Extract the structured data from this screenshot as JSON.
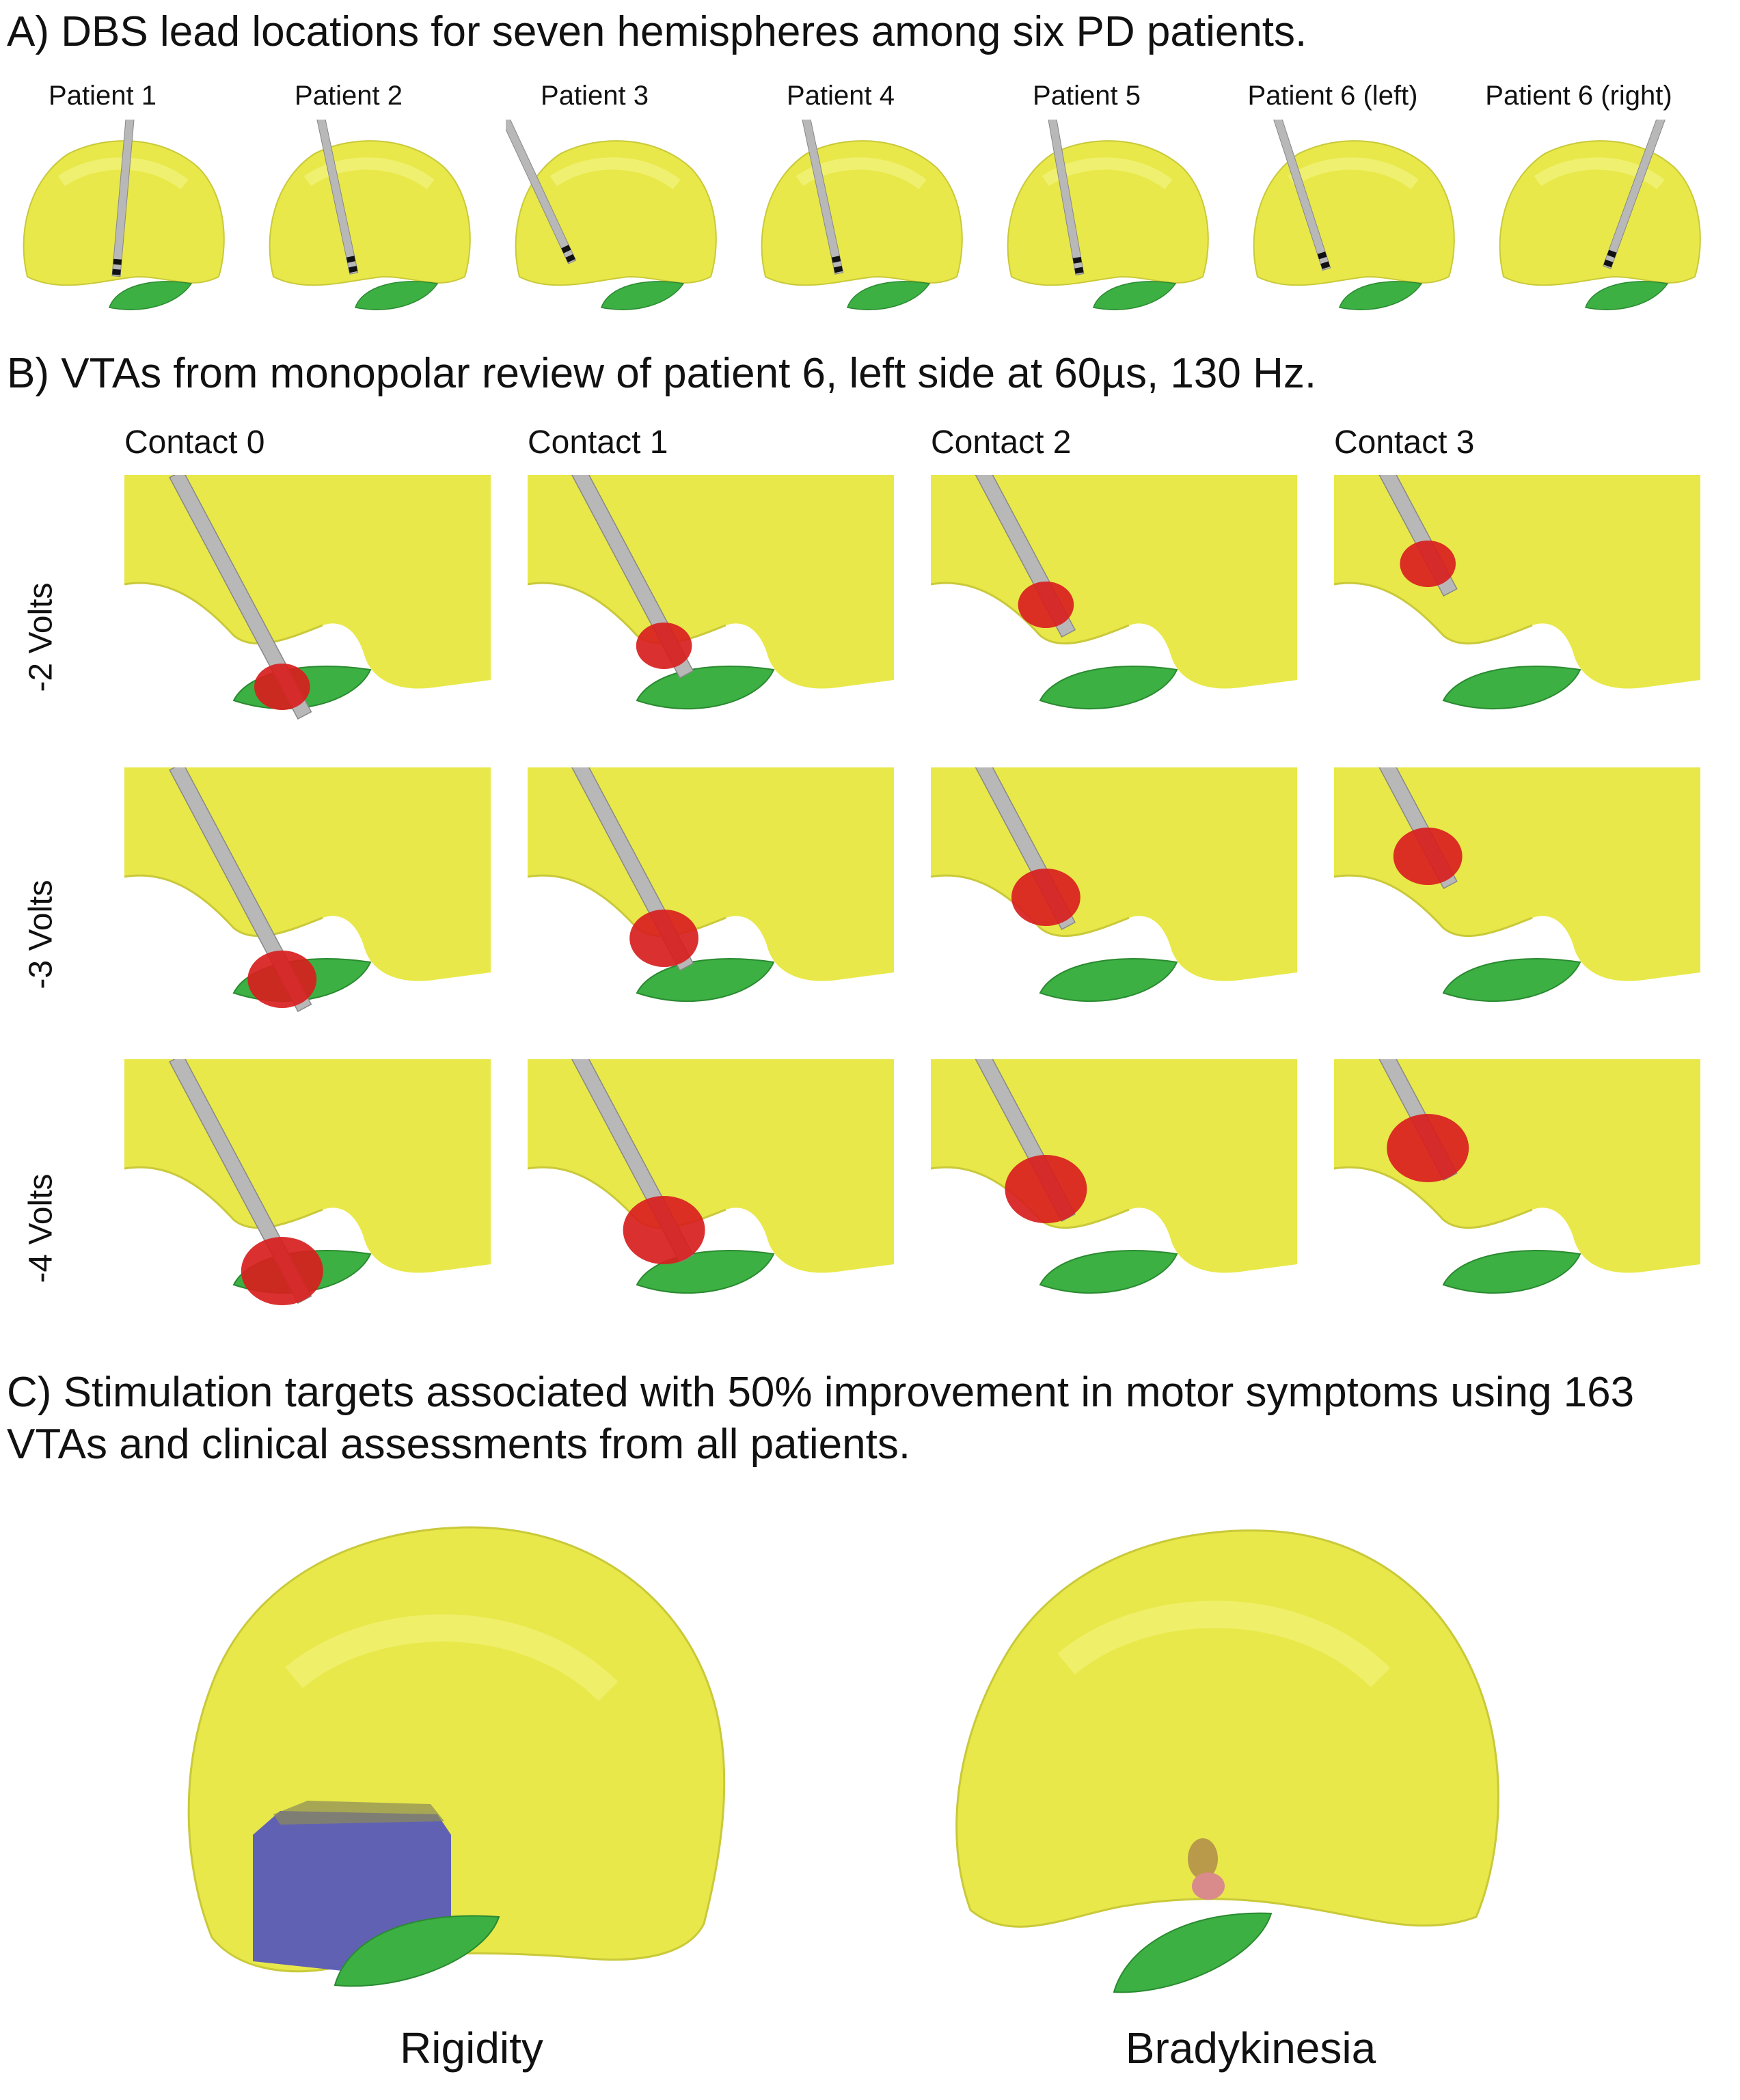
{
  "panel_a": {
    "heading": "A) DBS lead locations for seven hemispheres among six PD patients.",
    "patients": [
      "Patient 1",
      "Patient 2",
      "Patient 3",
      "Patient 4",
      "Patient 5",
      "Patient 6 (left)",
      "Patient 6 (right)"
    ]
  },
  "panel_b": {
    "heading": "B) VTAs from monopolar review of patient 6, left side at 60µs, 130 Hz.",
    "contacts": [
      "Contact 0",
      "Contact 1",
      "Contact 2",
      "Contact 3"
    ],
    "voltages": [
      "-2 Volts",
      "-3 Volts",
      "-4 Volts"
    ]
  },
  "panel_c": {
    "heading": "C) Stimulation targets associated with 50% improvement in motor symptoms using 163 VTAs and clinical assessments from all patients.",
    "labels": [
      "Rigidity",
      "Bradykinesia"
    ]
  },
  "colors": {
    "thalamus_yellow": "#e8e84a",
    "stn_green": "#3cb043",
    "vta_red": "#d81e1e",
    "rigidity_blue": "#5a5ab8",
    "bradykinesia_pink": "#d98a8a"
  }
}
